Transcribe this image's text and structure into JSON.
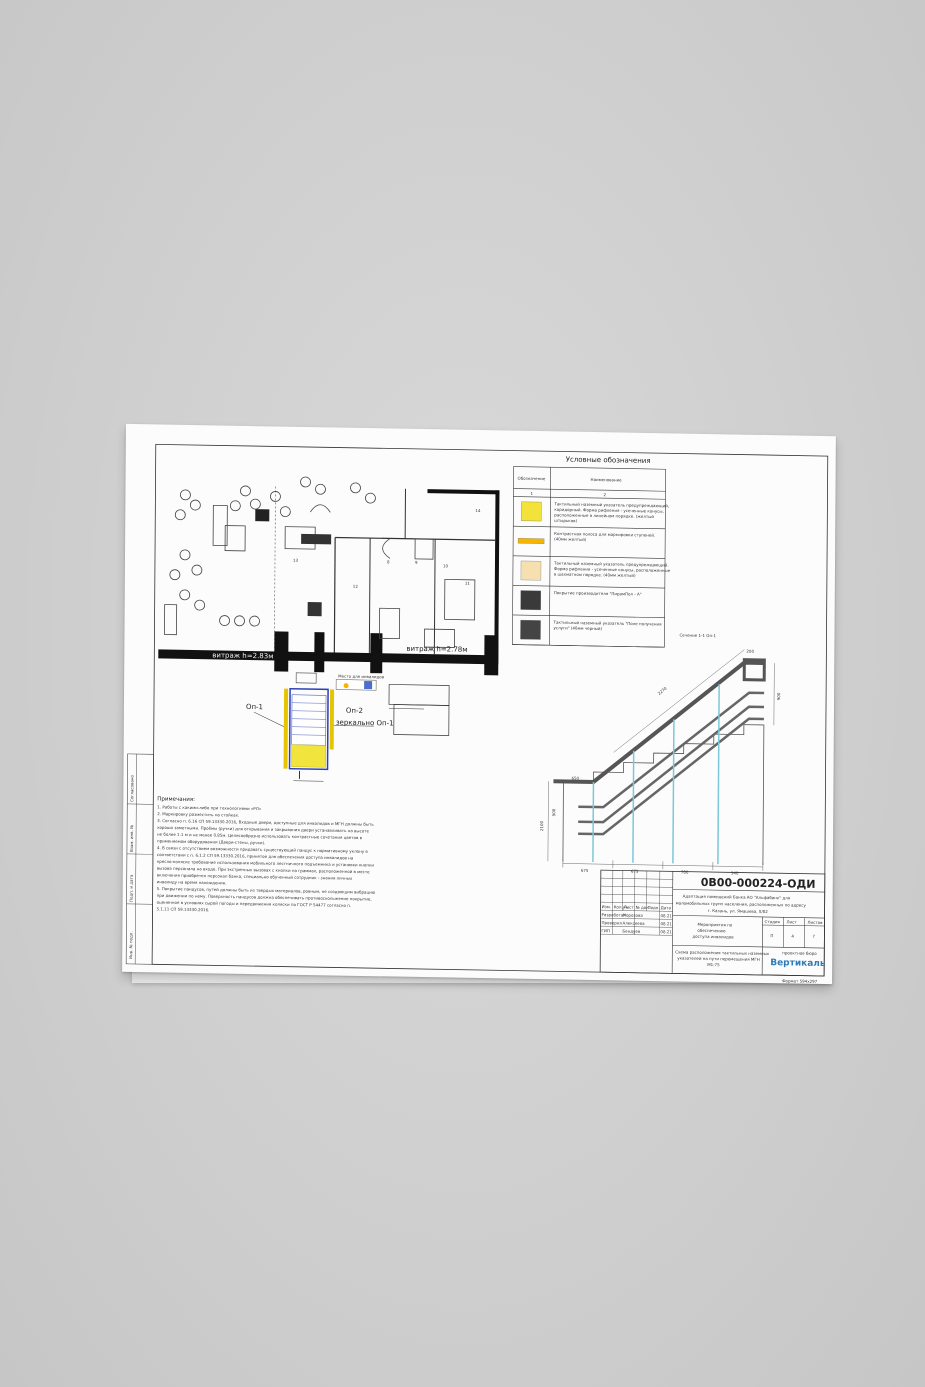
{
  "legend": {
    "title": "Условные обозначения",
    "col_symbol": "Обозначение",
    "col_name": "Наименование",
    "col_num_1": "1",
    "col_num_2": "2",
    "items": [
      {
        "text": "Тактильный наземный указатель предупреждающий, коридорный. Форма рифления - усеченные конусы, расположенные в линейном порядке. (желтый штырьков)",
        "color": "#f3e23a"
      },
      {
        "text": "Контрастная полоса для маркировки ступеней. (40мм желтый)",
        "color": "#f5b400"
      },
      {
        "text": "Тактильный наземный указатель предупреждающий. Форма рифления - усеченные конусы, расположенные в шахматном порядке. (40мм желтый)",
        "color": "#f7e0b0"
      },
      {
        "text": "Покрытие производителя \"ПирамПол - А\"",
        "color": "#3a3a3a"
      },
      {
        "text": "Тактильный наземный указатель \"Поле получения услуги\" (40мм черный)",
        "color": "#444444"
      }
    ]
  },
  "plan": {
    "window_left": "витраж h=2.83м",
    "window_right": "витраж h=2.78м",
    "ramp_label_1": "Оп-1",
    "ramp_label_2": "Оп-2",
    "mirror_label": "зеркально Оп-1",
    "parking_label": "Место для инвалидов",
    "room_labels": [
      "8",
      "9",
      "10",
      "11",
      "12",
      "13",
      "14"
    ]
  },
  "section": {
    "title": "Сечение 1-1 Оп-1",
    "dims": [
      "200",
      "2270",
      "900",
      "900",
      "650",
      "2100",
      "675",
      "675",
      "780",
      "540"
    ]
  },
  "notes": {
    "heading": "Примечания:",
    "lines": [
      "1. Работы с какими-либо при технологиями «РЛ»",
      "2. Маркировку разместить на стойках.",
      "3. Согласно п. 6.16 СП 59.13330.2016, Входные двери, доступные для инвалидов и МГН должны быть",
      "хорошо заметными. Проёмы (ручки) для открывания и закрывания двери устанавливать на высоте",
      "не более 1.1 м и не менее 0.85м. Целесообразно использовать контрастные сочетания цветов в",
      "применяемом оборудовании (Двери-стены, ручки).",
      "4. В связи с отсутствием возможности придавать существующий пандус к нормативному уклону в",
      "соответствии с п. 6.1.2 СП 59.13330.2016, принятое для обеспечения доступа инвалидов на",
      "кресло-коляске требование использования мобильного лестничного подъемника и установки кнопки",
      "вызова персонала на входе. При экстренных вызовах с кнопки на граммах, расположенной в месте",
      "включения приобретен персонал банка, специально обученный сотрудник - знания личных",
      "инвалиду на время нахождения.",
      "5. Покрытие пандусов, путей должны быть из твердых материалов, ровным, не создающим вибрацию",
      "при движении по нему. Поверхность пандусов должна обеспечивать противоскольжение покрытие,",
      "оцененное в условиях сырой погоды и передвижения коляски по ГОСТ Р 54477 согласно п.",
      "5.1.11 СП 59.13330.2016."
    ]
  },
  "stamp": {
    "code": "0В00-000224-ОДИ",
    "object_lines": [
      "Адаптация помещений Банка АО \"Альфабанк\" для",
      "маломобильных групп населения, расположенных по адресу",
      "г. Казань, ул. Ямашева, 0/82"
    ],
    "section_lines": [
      "Мероприятия по",
      "обеспечению",
      "доступа инвалидов"
    ],
    "sheet_lines": [
      "Схема расположения тактильных наземных",
      "указателей на пути перемещения МГН",
      "М1:75"
    ],
    "head_cells": [
      "Изм.",
      "Кол.уч",
      "Лист",
      "№ док.",
      "Подп.",
      "Дата"
    ],
    "people": [
      {
        "role": "Разработал",
        "name": "Морозова",
        "date": "08.21"
      },
      {
        "role": "Проверил",
        "name": "Алексеева",
        "date": "08.21"
      },
      {
        "role": "ГИП",
        "name": "Бендуев",
        "date": "08.21"
      }
    ],
    "stage_label": "Стадия",
    "sheet_label": "Лист",
    "sheets_label": "Листов",
    "stage": "П",
    "sheet": "4",
    "sheets": "7",
    "company_top": "проектное бюро",
    "company": "Вертикаль",
    "format": "Формат 594x297"
  },
  "side_strip": [
    "Инв. № подл.",
    "Подп. и дата",
    "Взам. инв. №",
    "Согласовано"
  ]
}
